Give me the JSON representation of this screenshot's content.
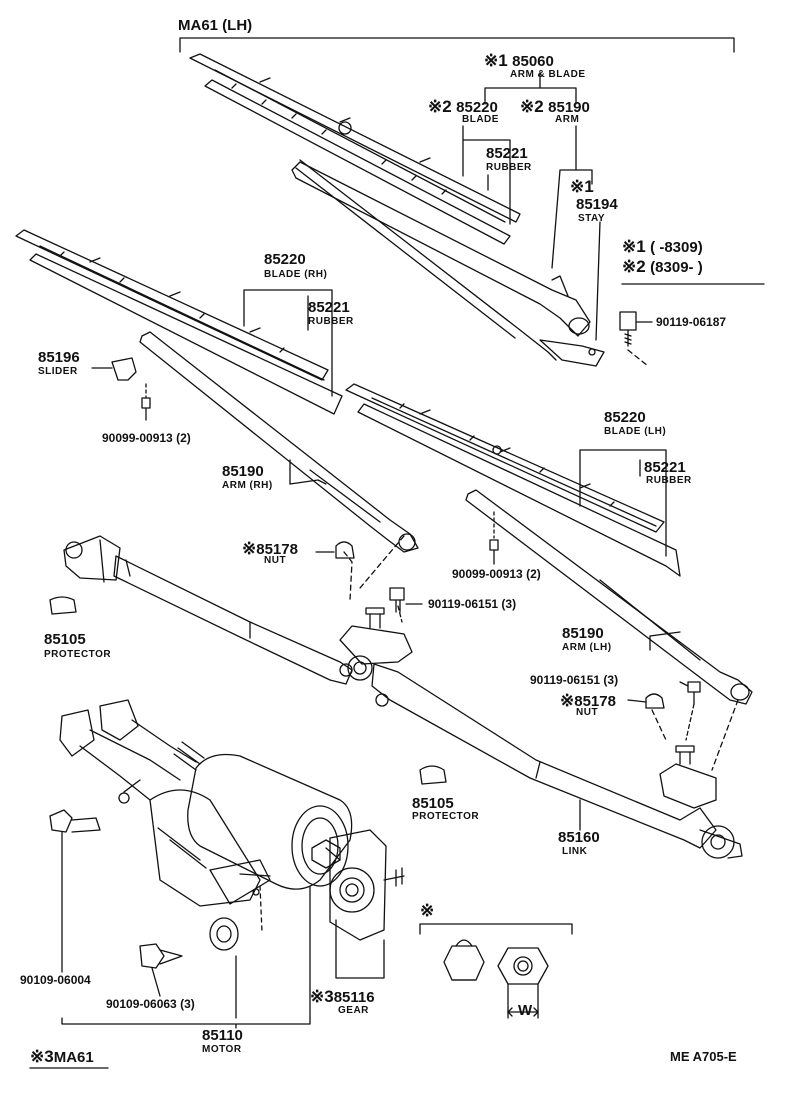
{
  "header": {
    "title": "MA61  (LH)"
  },
  "legend": {
    "mark": "※",
    "line1_index": "1",
    "line1_range": "(          -8309)",
    "line2_index": "2",
    "line2_range": "(8309-          )"
  },
  "parts": {
    "arm_blade": {
      "mark": "※1",
      "num": "85060",
      "name": "ARM & BLADE"
    },
    "blade_top": {
      "mark": "※2",
      "num": "85220",
      "name": "BLADE"
    },
    "arm_top": {
      "mark": "※2",
      "num": "85190",
      "name": "ARM"
    },
    "rubber_top": {
      "num": "85221",
      "name": "RUBBER"
    },
    "stay": {
      "mark": "※1",
      "num": "85194",
      "name": "STAY"
    },
    "bolt_top": {
      "num": "90119-06187"
    },
    "blade_rh": {
      "num": "85220",
      "name": "BLADE (RH)"
    },
    "rubber_rh": {
      "num": "85221",
      "name": "RUBBER"
    },
    "slider": {
      "num": "85196",
      "name": "SLIDER"
    },
    "screw_rh": {
      "num": "90099-00913 (2)"
    },
    "arm_rh": {
      "num": "85190",
      "name": "ARM (RH)"
    },
    "blade_lh": {
      "num": "85220",
      "name": "BLADE (LH)"
    },
    "rubber_lh": {
      "num": "85221",
      "name": "RUBBER"
    },
    "screw_lh": {
      "num": "90099-00913 (2)"
    },
    "nut_mid": {
      "mark": "※",
      "num": "85178",
      "name": "NUT"
    },
    "bolt_mid": {
      "num": "90119-06151 (3)"
    },
    "protector_left": {
      "num": "85105",
      "name": "PROTECTOR"
    },
    "arm_lh": {
      "num": "85190",
      "name": "ARM (LH)"
    },
    "bolt_right": {
      "num": "90119-06151 (3)"
    },
    "nut_right": {
      "mark": "※",
      "num": "85178",
      "name": "NUT"
    },
    "protector_mid": {
      "num": "85105",
      "name": "PROTECTOR"
    },
    "link": {
      "num": "85160",
      "name": "LINK"
    },
    "clip": {
      "num": "90109-06004"
    },
    "clip2": {
      "num": "90109-06063 (3)"
    },
    "motor": {
      "num": "85110",
      "name": "MOTOR"
    },
    "gear": {
      "mark": "※3",
      "num": "85116",
      "name": "GEAR"
    }
  },
  "nut_box": {
    "mark": "※",
    "dim": "W"
  },
  "footer": {
    "note_mark": "※3",
    "note_text": "MA61",
    "code": "ME  A705-E"
  }
}
